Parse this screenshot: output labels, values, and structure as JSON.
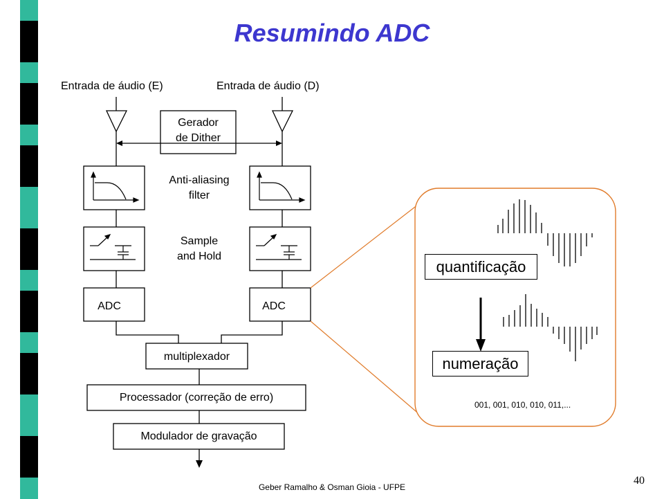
{
  "slide": {
    "title": "Resumindo ADC",
    "footer": "Geber Ramalho & Osman Gioia - UFPE",
    "page_number": "40"
  },
  "diagram": {
    "input_left": "Entrada de áudio (E)",
    "input_right": "Entrada de áudio (D)",
    "dither_line1": "Gerador",
    "dither_line2": "de Dither",
    "antialias_line1": "Anti-aliasing",
    "antialias_line2": "filter",
    "sample_line1": "Sample",
    "sample_line2": "and Hold",
    "adc_left": "ADC",
    "adc_right": "ADC",
    "multiplexer": "multiplexador",
    "processor": "Processador (correção de erro)",
    "modulator": "Modulador de gravação"
  },
  "detail": {
    "quantization": "quantificação",
    "numbering": "numeração",
    "codes": "001, 001, 010, 010, 011,..."
  },
  "colors": {
    "title": "#3d37cf",
    "callout_border": "#e07b2a",
    "decor_stripes": [
      "#31b99c",
      "#9b9b9b",
      "#000000",
      "#3d37cf",
      "#000000",
      "#b8b8f0",
      "#000000",
      "#9b9b9b",
      "#31b99c",
      "#000000"
    ]
  }
}
